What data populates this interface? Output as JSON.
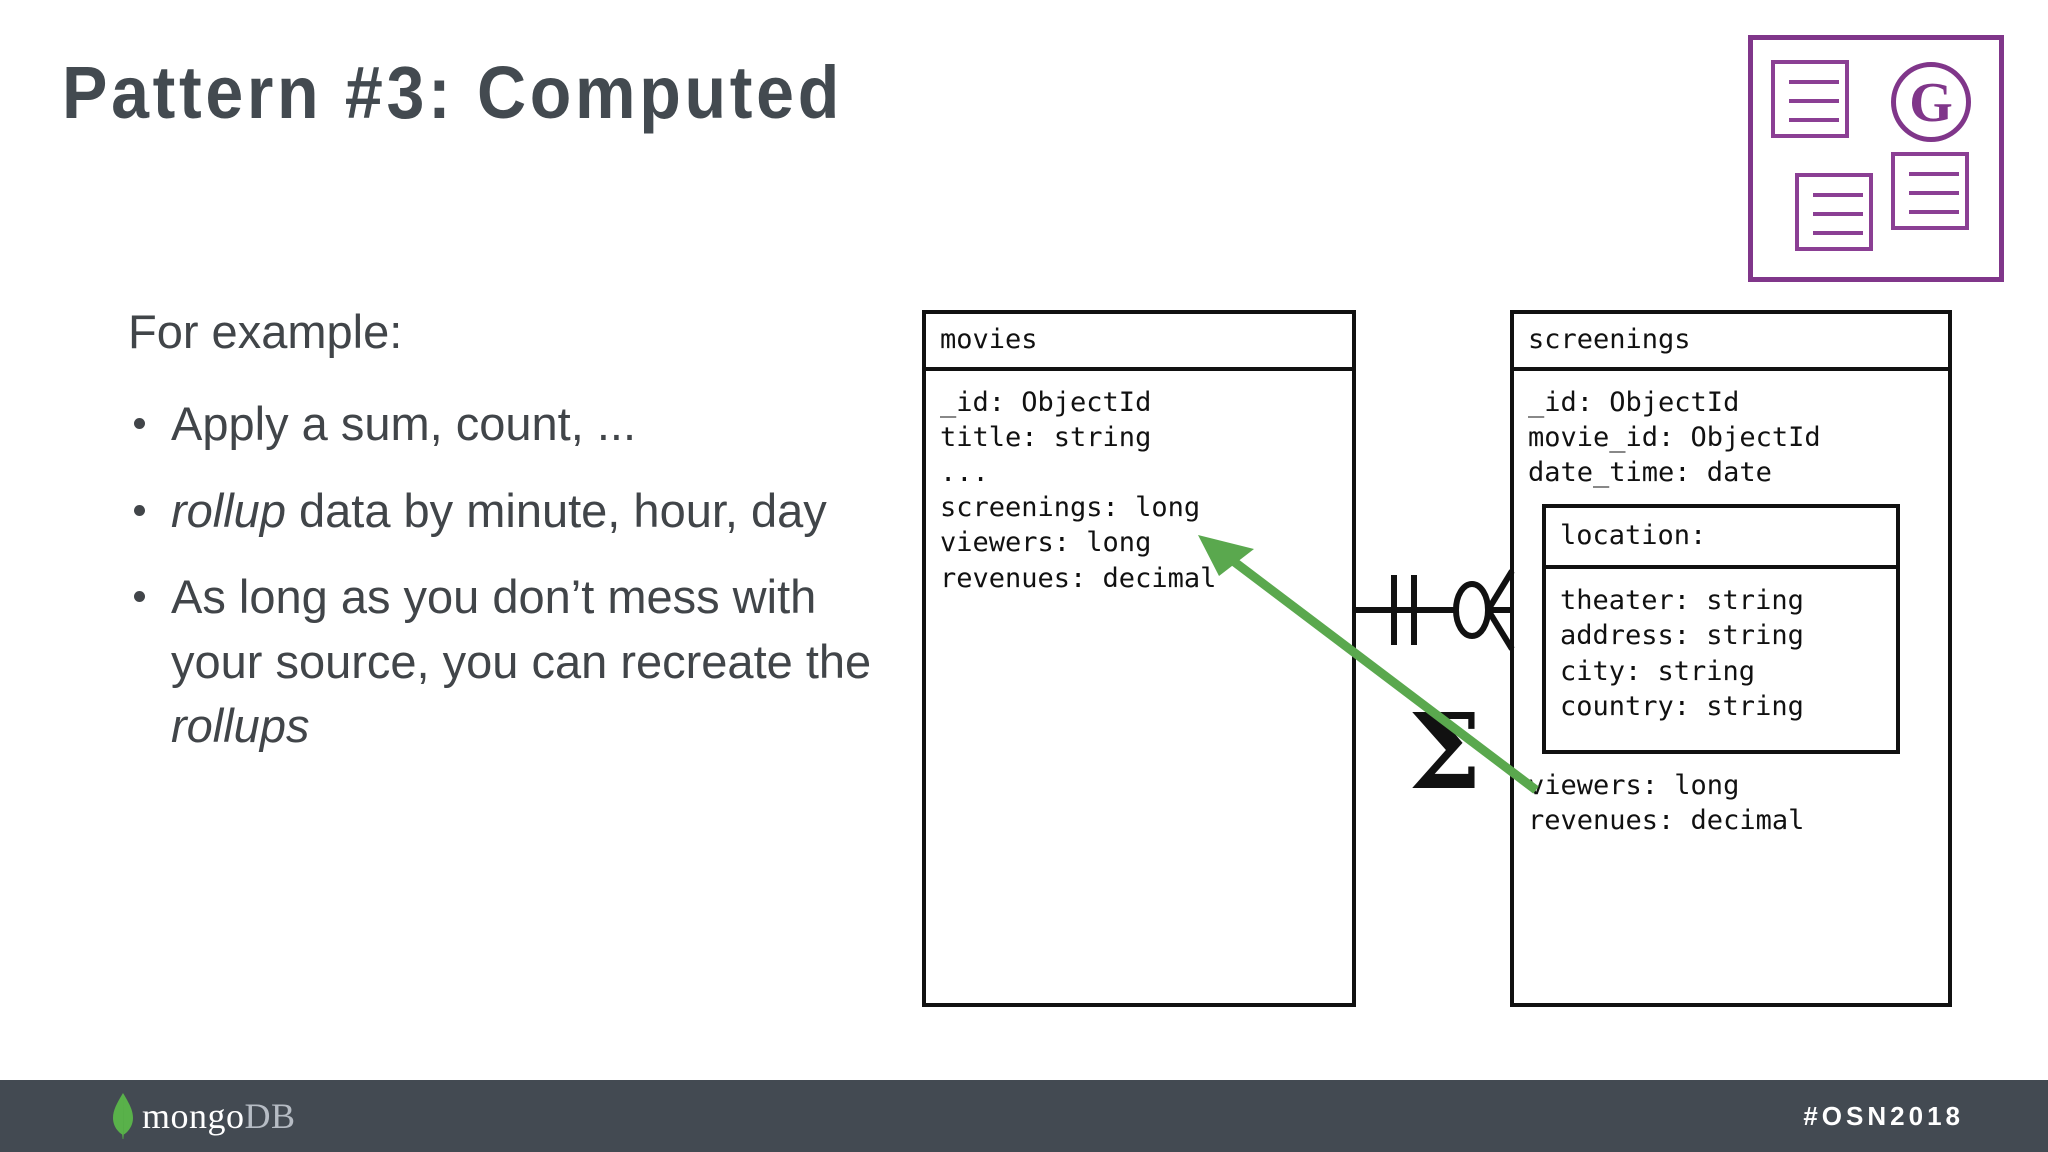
{
  "slide": {
    "title": "Pattern #3: Computed",
    "title_color": "#434a50",
    "background": "#ffffff"
  },
  "body": {
    "intro": "For example:",
    "bullets": [
      {
        "segments": [
          {
            "text": "Apply a sum, count, ...",
            "italic": false
          }
        ]
      },
      {
        "segments": [
          {
            "text": "rollup",
            "italic": true
          },
          {
            "text": " data by minute, hour, day",
            "italic": false
          }
        ]
      },
      {
        "segments": [
          {
            "text": "As long as you don’t mess with your source, you can recreate the ",
            "italic": false
          },
          {
            "text": "rollups",
            "italic": true
          }
        ]
      }
    ]
  },
  "diagram": {
    "entities": [
      {
        "name": "movies",
        "fields": [
          "_id: ObjectId",
          "title: string",
          "...",
          "screenings: long",
          "viewers: long",
          "revenues: decimal"
        ]
      },
      {
        "name": "screenings",
        "fields_before": [
          "_id: ObjectId",
          "movie_id: ObjectId",
          "date_time: date"
        ],
        "nested": {
          "name": "location:",
          "fields": [
            "theater: string",
            "address: string",
            "city: string",
            "country: string"
          ]
        },
        "fields_after": [
          "viewers: long",
          "revenues: decimal"
        ]
      }
    ],
    "relationship": {
      "left_cardinality": "one-and-only-one",
      "right_cardinality": "zero-or-many"
    },
    "aggregation_symbol": "Σ",
    "arrow": {
      "color": "#5aa84e",
      "from": "screenings aggregate",
      "to": "movies computed fields"
    }
  },
  "logo": {
    "letter": "G",
    "border_color": "#80368a",
    "icon_color": "#8b3f94",
    "documents": 3
  },
  "footer": {
    "brand_mongo": "mongo",
    "brand_db": "DB",
    "hashtag": "#OSN2018",
    "background": "#434a52",
    "leaf_color": "#59b14a"
  }
}
